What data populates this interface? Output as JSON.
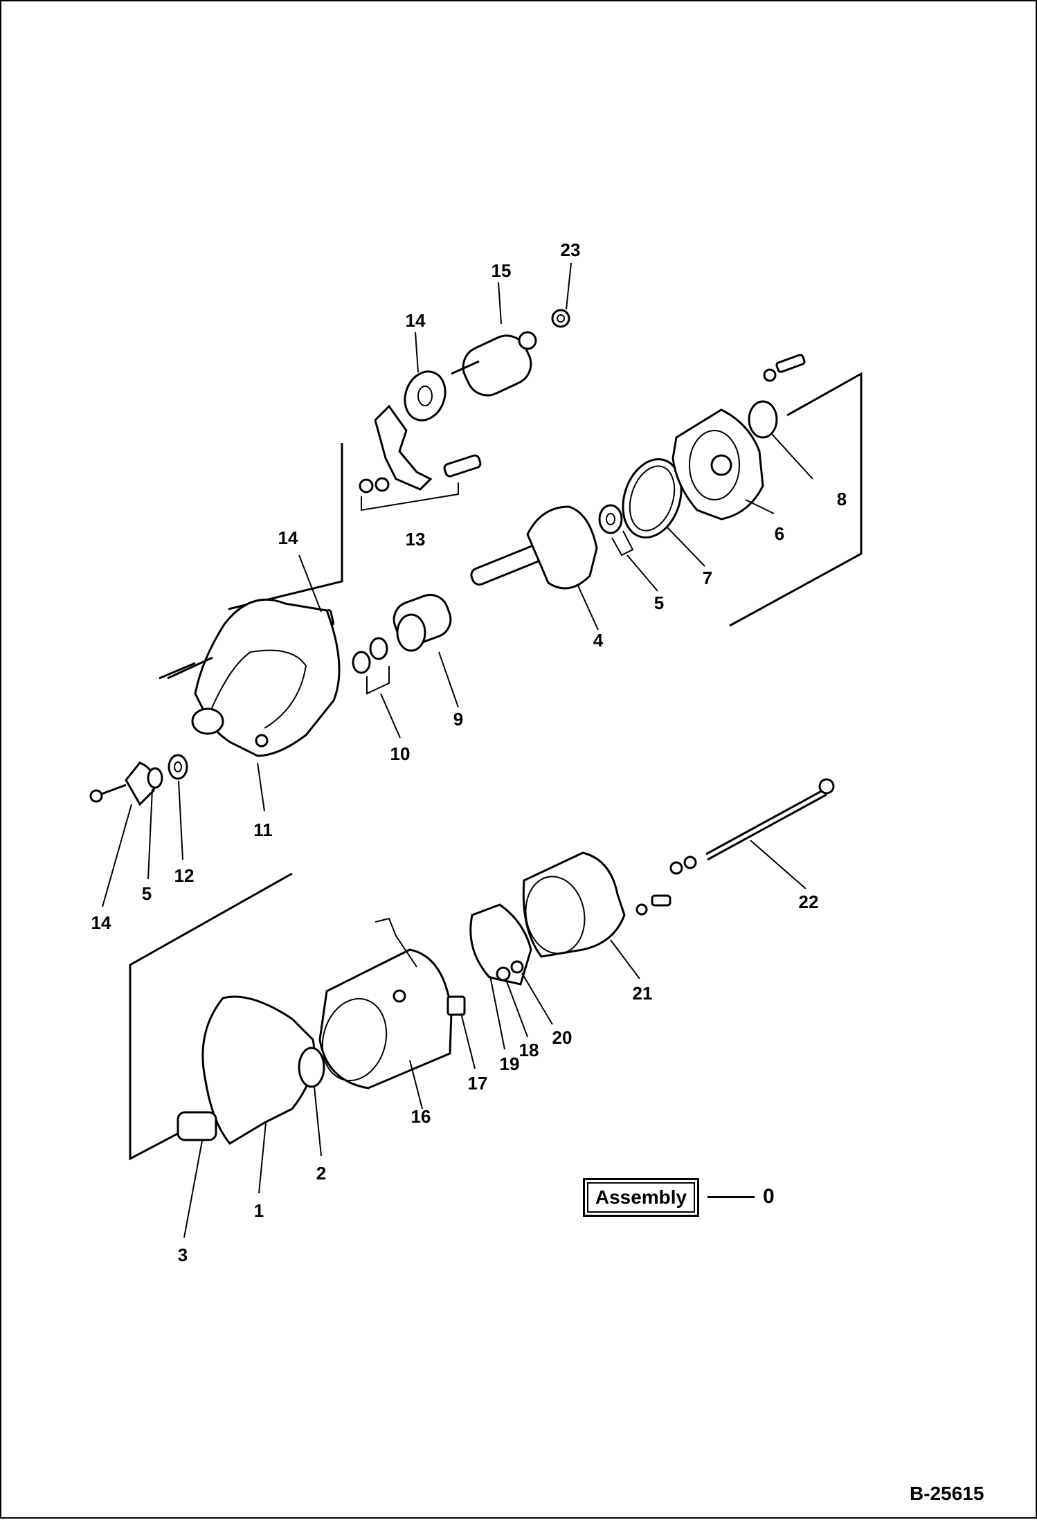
{
  "diagram": {
    "labels": {
      "p1": "1",
      "p2": "2",
      "p3": "3",
      "p4": "4",
      "p5a": "5",
      "p5b": "5",
      "p6": "6",
      "p7": "7",
      "p8": "8",
      "p9": "9",
      "p10": "10",
      "p11": "11",
      "p12": "12",
      "p13": "13",
      "p14a": "14",
      "p14b": "14",
      "p14c": "14",
      "p15": "15",
      "p16": "16",
      "p17": "17",
      "p18": "18",
      "p19": "19",
      "p20": "20",
      "p21": "21",
      "p22": "22",
      "p23": "23"
    },
    "assembly": {
      "label": "Assembly",
      "number": "0"
    },
    "drawing_code": "B-25615"
  }
}
